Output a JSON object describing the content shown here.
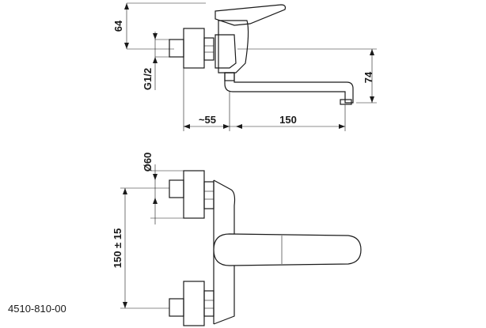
{
  "drawing": {
    "product_code": "4510-810-00",
    "dimensions": {
      "height_top": "64",
      "thread": "G1/2",
      "spout_height": "74",
      "wall_offset": "~55",
      "spout_length": "150",
      "escutcheon_diameter": "Ø60",
      "connection_spacing": "150 ± 15"
    }
  }
}
